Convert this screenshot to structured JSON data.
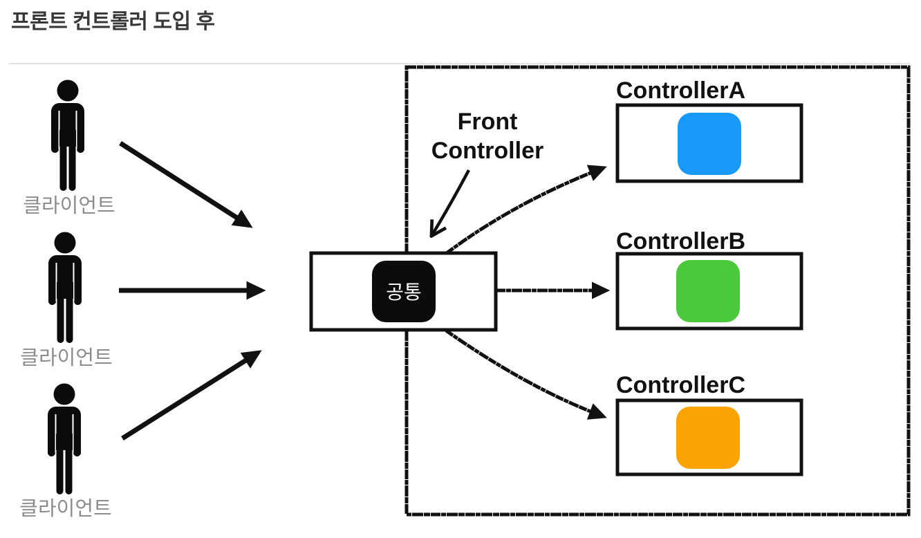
{
  "page": {
    "title": "프론트 컨트롤러 도입 후"
  },
  "diagram": {
    "clients": [
      {
        "label": "클라이언트"
      },
      {
        "label": "클라이언트"
      },
      {
        "label": "클라이언트"
      }
    ],
    "front_controller": {
      "annotation_line1": "Front",
      "annotation_line2": "Controller",
      "box_label": "공통",
      "box_bg": "#0c0c0c",
      "box_text_color": "#ffffff"
    },
    "controllers": [
      {
        "label": "ControllerA",
        "color": "#1899f7"
      },
      {
        "label": "ControllerB",
        "color": "#4cc83d"
      },
      {
        "label": "ControllerC",
        "color": "#faa303"
      }
    ],
    "colors": {
      "stroke": "#111111",
      "client_label": "#8c8c8c",
      "divider": "#e3e3e3",
      "title": "#38383b"
    }
  }
}
